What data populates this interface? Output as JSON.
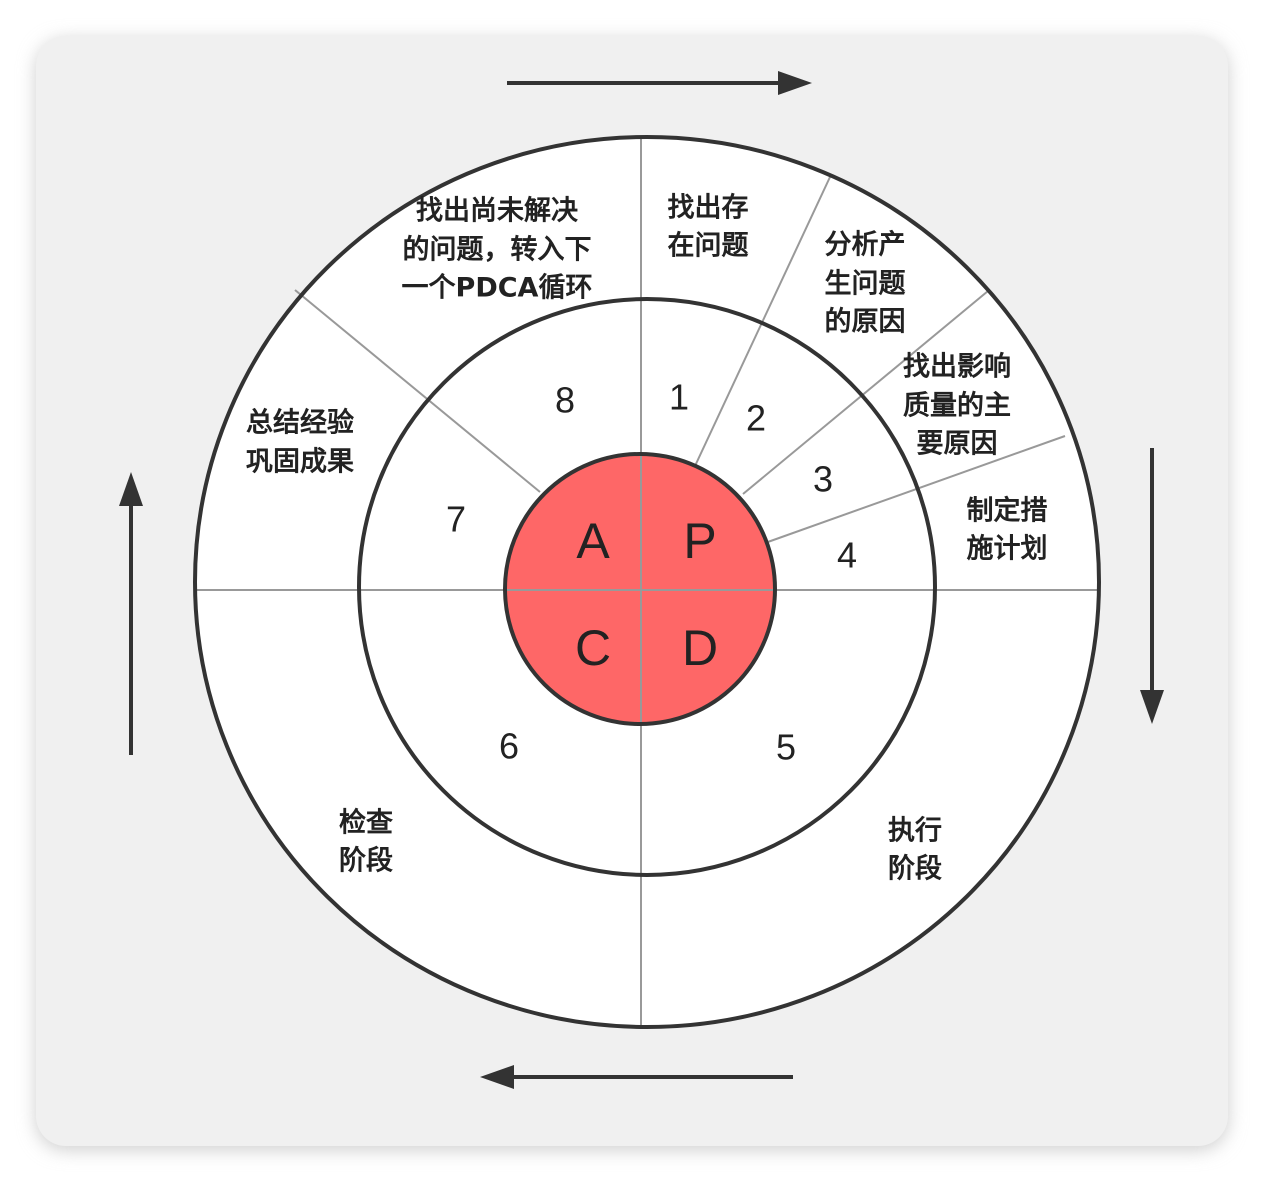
{
  "colors": {
    "center_fill": "#fe6767",
    "outline": "#333333",
    "divider": "#999999",
    "card_background": "#f0f0f0"
  },
  "center": {
    "act": "A",
    "plan": "P",
    "check": "C",
    "do": "D"
  },
  "steps": [
    {
      "number": "1",
      "lines": [
        "找出存",
        "在问题"
      ]
    },
    {
      "number": "2",
      "lines": [
        "分析产",
        "生问题",
        "的原因"
      ]
    },
    {
      "number": "3",
      "lines": [
        "找出影响",
        "质量的主",
        "要原因"
      ]
    },
    {
      "number": "4",
      "lines": [
        "制定措",
        "施计划"
      ]
    },
    {
      "number": "5",
      "lines": [
        "执行",
        "阶段"
      ]
    },
    {
      "number": "6",
      "lines": [
        "检查",
        "阶段"
      ]
    },
    {
      "number": "7",
      "lines": [
        "总结经验",
        "巩固成果"
      ]
    },
    {
      "number": "8",
      "lines": [
        "找出尚未解决",
        "的问题，转入下",
        "一个PDCA循环"
      ]
    }
  ],
  "cycle_arrows": [
    "arrow-right-icon",
    "arrow-down-icon",
    "arrow-left-icon",
    "arrow-up-icon"
  ]
}
